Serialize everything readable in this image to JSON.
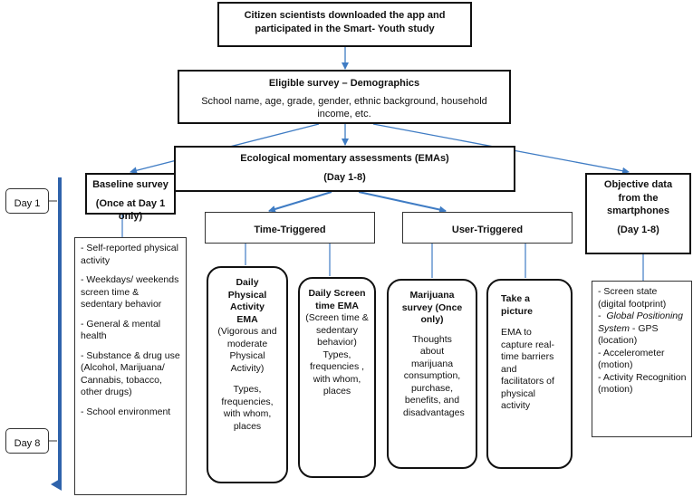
{
  "top_box": {
    "line1": "Citizen scientists downloaded the app and",
    "line2": "participated in the Smart- Youth study"
  },
  "eligible": {
    "title": "Eligible survey – Demographics",
    "line1": "School name, age, grade, gender, ethnic background, household",
    "line2": "income, etc."
  },
  "ema": {
    "title": "Ecological momentary assessments (EMAs)",
    "sub": "(Day 1-8)"
  },
  "baseline": {
    "title": "Baseline survey",
    "sub": "(Once at Day 1 only)"
  },
  "objective": {
    "line1": "Objective data",
    "line2": "from the",
    "line3": "smartphones",
    "sub": "(Day 1-8)"
  },
  "day1": "Day 1",
  "day8": "Day 8",
  "time_triggered": "Time-Triggered",
  "user_triggered": "User-Triggered",
  "baseline_items": [
    "- Self-reported physical activity",
    "- Weekdays/ weekends screen time & sedentary behavior",
    "- General & mental health",
    "- Substance & drug use (Alcohol, Marijuana/ Cannabis, tobacco, other drugs)",
    "- School environment"
  ],
  "daily_pa": {
    "title": "Daily Physical Activity EMA",
    "desc": "(Vigorous and moderate Physical Activity)",
    "types": "Types, frequencies, with whom, places"
  },
  "daily_st": {
    "title": "Daily Screen time EMA",
    "desc": "(Screen time & sedentary behavior)",
    "types": "Types, frequencies , with whom, places"
  },
  "marijuana": {
    "title": "Marijuana survey (Once only)",
    "desc": "Thoughts about marijuana consumption, purchase, benefits, and disadvantages"
  },
  "picture": {
    "title": "Take a picture",
    "desc": "EMA to capture real-time barriers and facilitators of physical activity"
  },
  "objective_items": {
    "i1": "- Screen state (digital footprint)",
    "i2a_italic": "Global Positioning System",
    "i2b": " - GPS (location)",
    "i3": "- Accelerometer (motion)",
    "i4": "- Activity Recognition (motion)"
  },
  "colors": {
    "arrow": "#3f7cc4",
    "timeline": "#2f63ab",
    "border": "#111111"
  }
}
